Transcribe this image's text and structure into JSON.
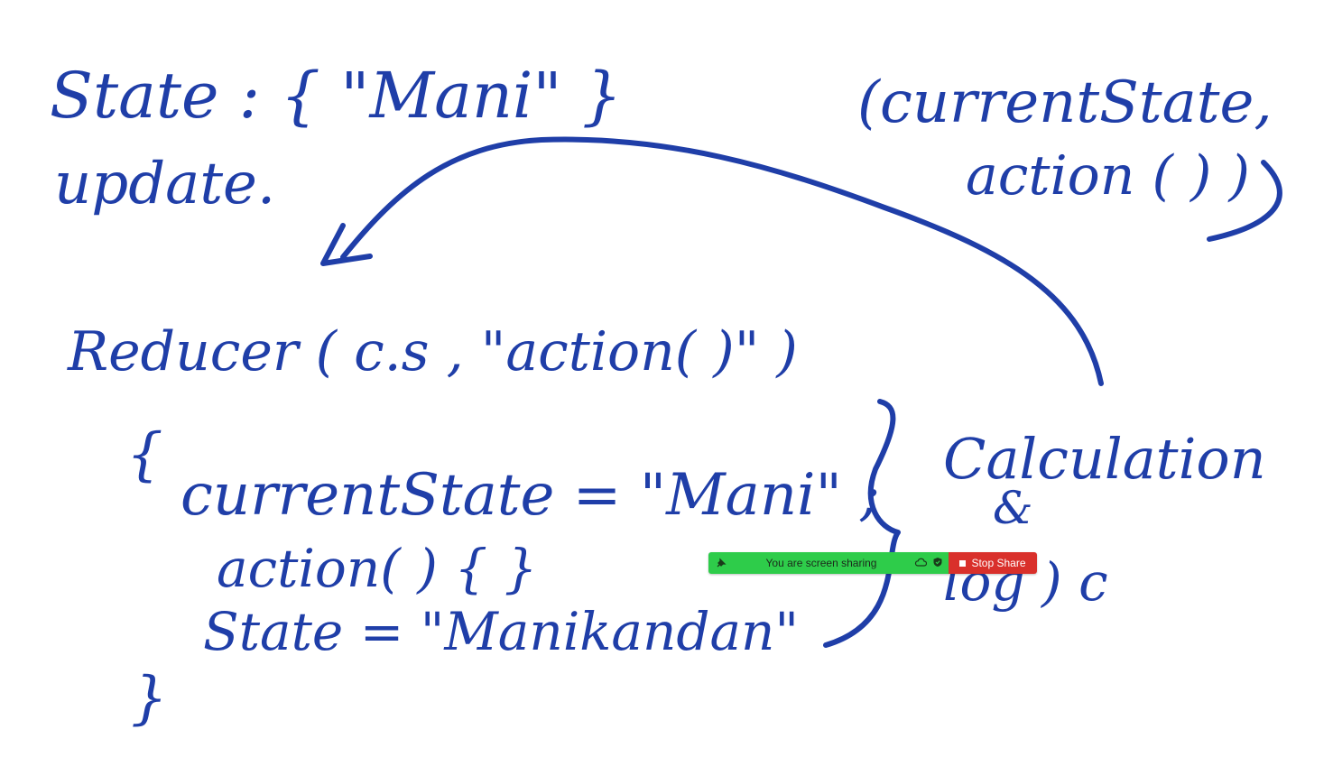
{
  "whiteboard": {
    "ink_color": "#1f3ea8",
    "line1": "State : { \"Mani\" }",
    "line2": "update.",
    "top_right_1": "(currentState,",
    "top_right_2": "action ( ) )",
    "reducer": "Reducer ( c.s , \"action( )\" )",
    "open_brace": "{",
    "body_1": "currentState = \"Mani\" ;",
    "body_2": "action( ) {   }",
    "body_3": "State = \"Manikandan\"",
    "close_brace": "}",
    "side_1": "Calculation",
    "side_2": "&",
    "side_3": "log ) c"
  },
  "share_bar": {
    "status_text": "You are screen sharing",
    "stop_label": "Stop Share",
    "green": "#2ecc4a",
    "red": "#d9302b",
    "grip_icon": "pin-icon",
    "cloud_icon": "cloud-icon",
    "shield_icon": "shield-icon"
  }
}
